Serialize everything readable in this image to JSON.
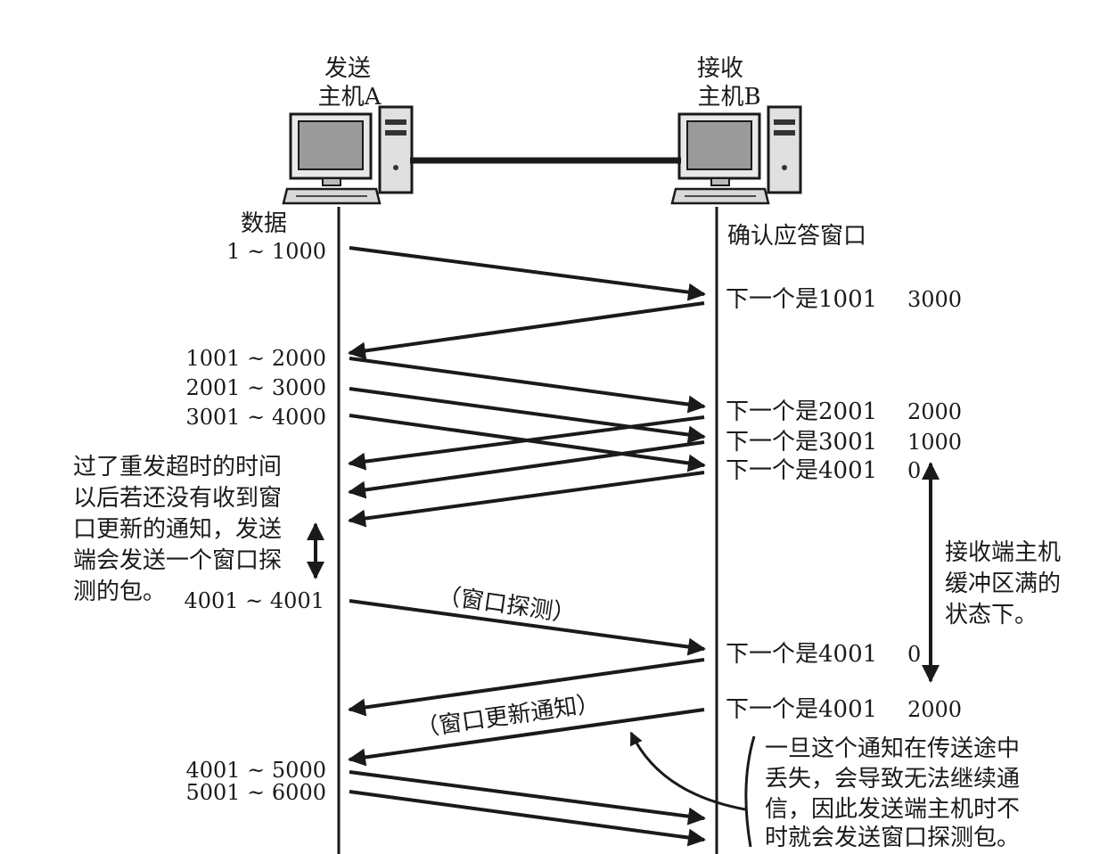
{
  "hosts": {
    "sender": {
      "line1": "发送",
      "line2": "主机A",
      "icon": "computer-icon"
    },
    "receiver": {
      "line1": "接收",
      "line2": "主机B",
      "icon": "computer-icon"
    }
  },
  "headers": {
    "data": "数据",
    "ack_window": "确认应答窗口"
  },
  "sender_labels": [
    "1 ~ 1000",
    "1001 ~ 2000",
    "2001 ~ 3000",
    "3001 ~ 4000",
    "4001 ~ 4001",
    "4001 ~ 5000",
    "5001 ~ 6000"
  ],
  "receiver_acks": [
    {
      "next": "下一个是1001",
      "window": "3000"
    },
    {
      "next": "下一个是2001",
      "window": "2000"
    },
    {
      "next": "下一个是3001",
      "window": "1000"
    },
    {
      "next": "下一个是4001",
      "window": "0"
    },
    {
      "next": "下一个是4001",
      "window": "0"
    },
    {
      "next": "下一个是4001",
      "window": "2000"
    }
  ],
  "arrow_labels": {
    "probe": "（窗口探测）",
    "update": "（窗口更新通知）"
  },
  "notes": {
    "left": [
      "过了重发超时的时间",
      "以后若还没有收到窗",
      "口更新的通知，发送",
      "端会发送一个窗口探",
      "测的包。"
    ],
    "right": [
      "接收端主机",
      "缓冲区满的",
      "状态下。"
    ],
    "bottom": [
      "一旦这个通知在传送途中",
      "丢失，会导致无法继续通",
      "信，因此发送端主机时不",
      "时就会发送窗口探测包。"
    ]
  },
  "colors": {
    "ink": "#1a1a1a",
    "monitor_screen": "#9a9a9a"
  }
}
